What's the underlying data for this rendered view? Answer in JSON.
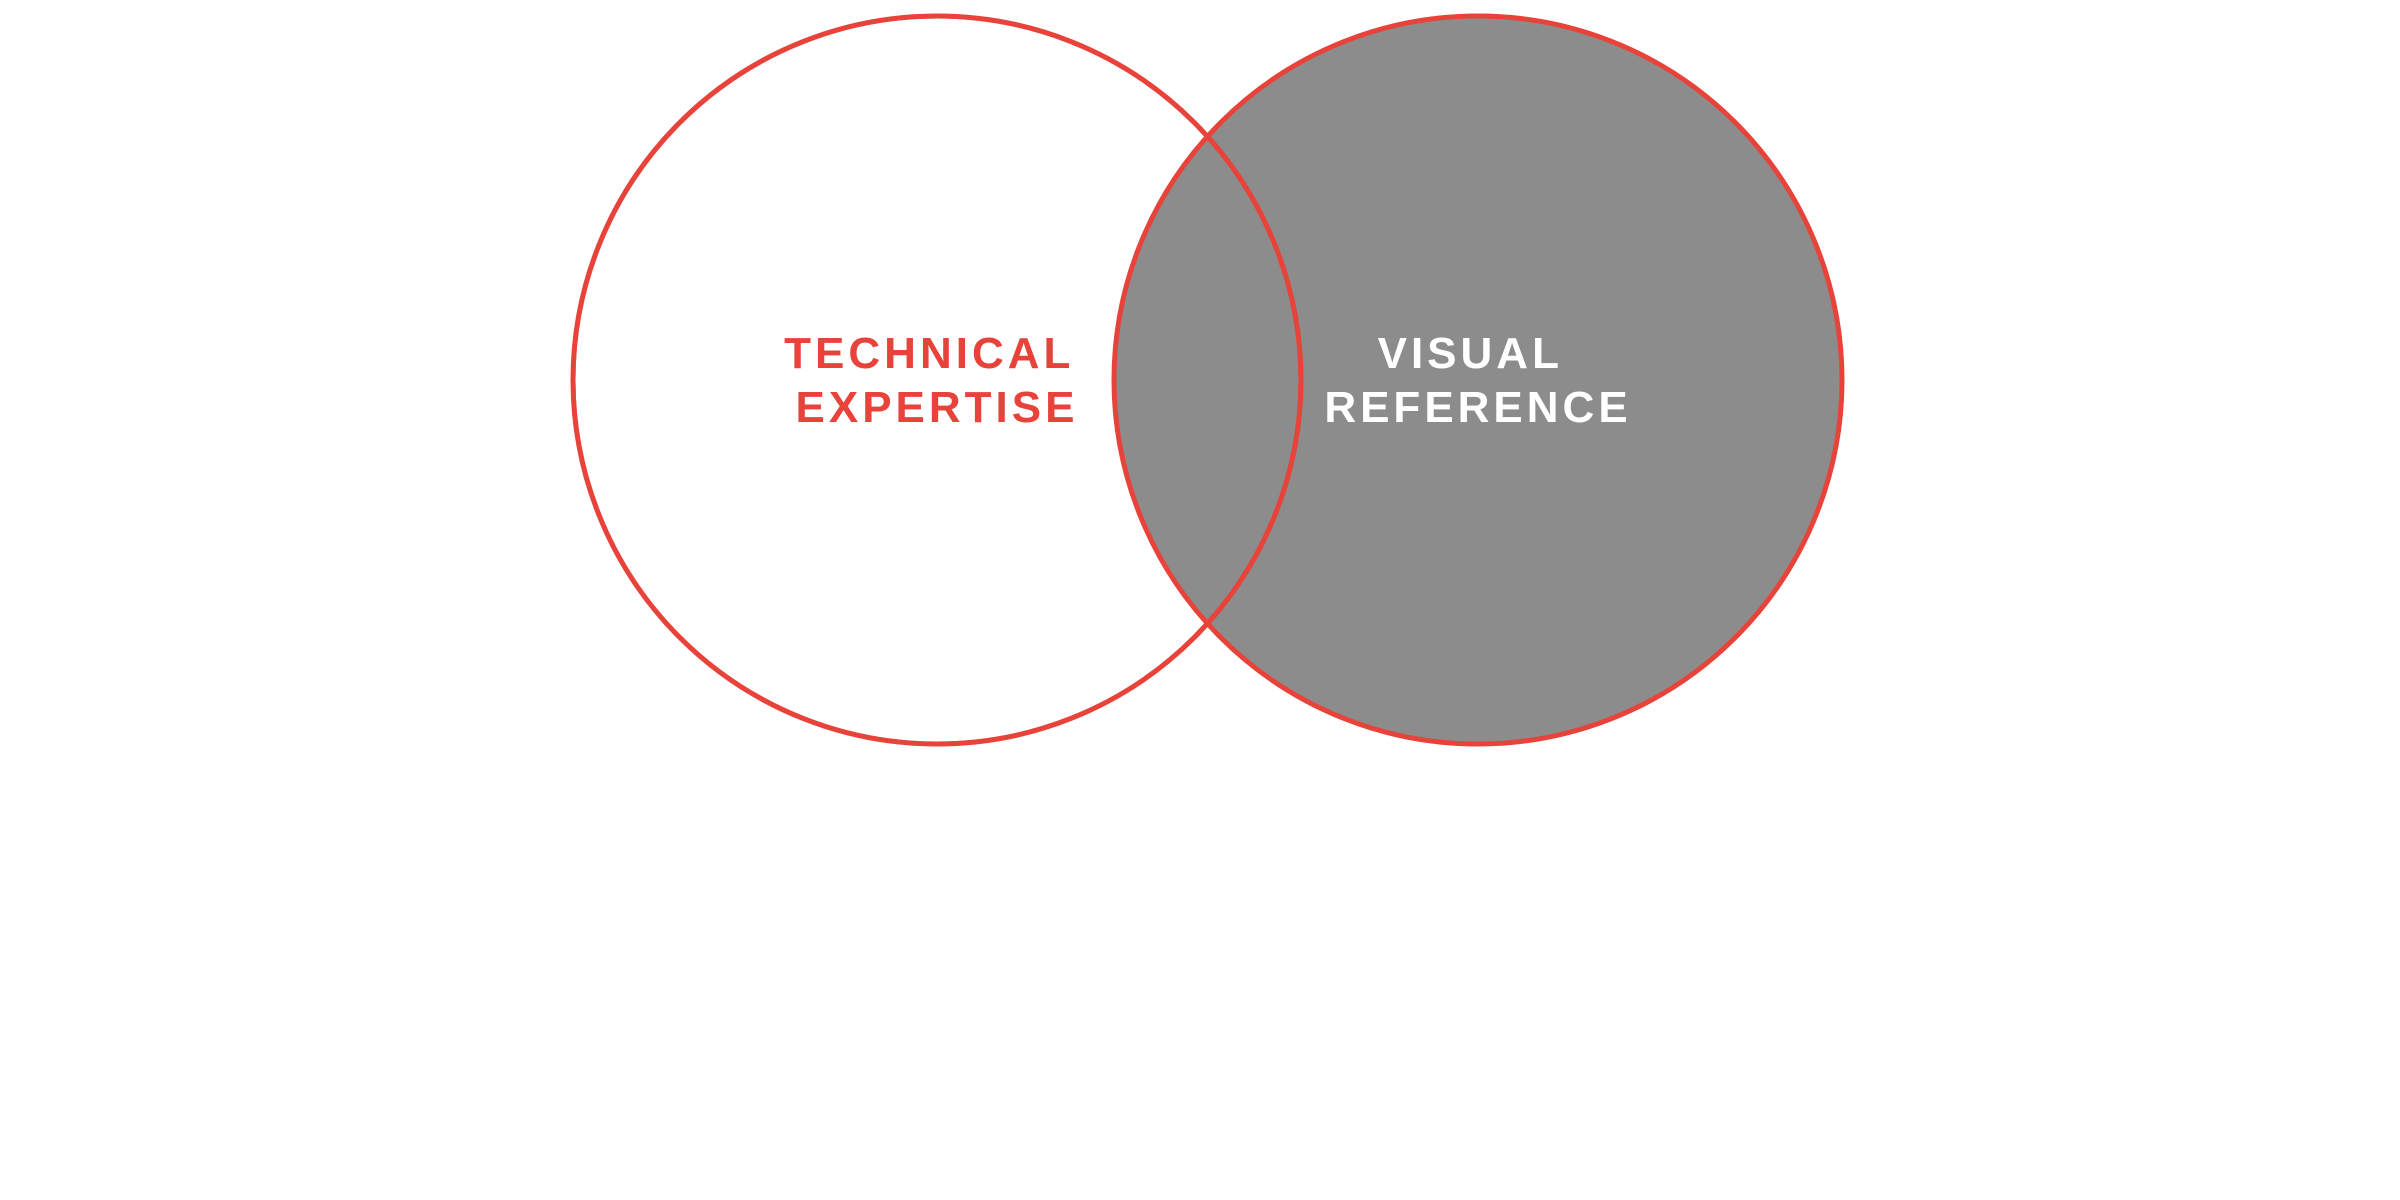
{
  "diagram": {
    "left_circle": {
      "label_line1": "TECHNICAL",
      "label_line2": "EXPERTISE",
      "fill": "#ffffff",
      "stroke": "#e8433a",
      "text_color": "#e8433a"
    },
    "right_circle": {
      "label_line1": "VISUAL",
      "label_line2": "REFERENCE",
      "fill": "#8c8c8c",
      "stroke": "#e8433a",
      "text_color": "#ffffff"
    }
  }
}
